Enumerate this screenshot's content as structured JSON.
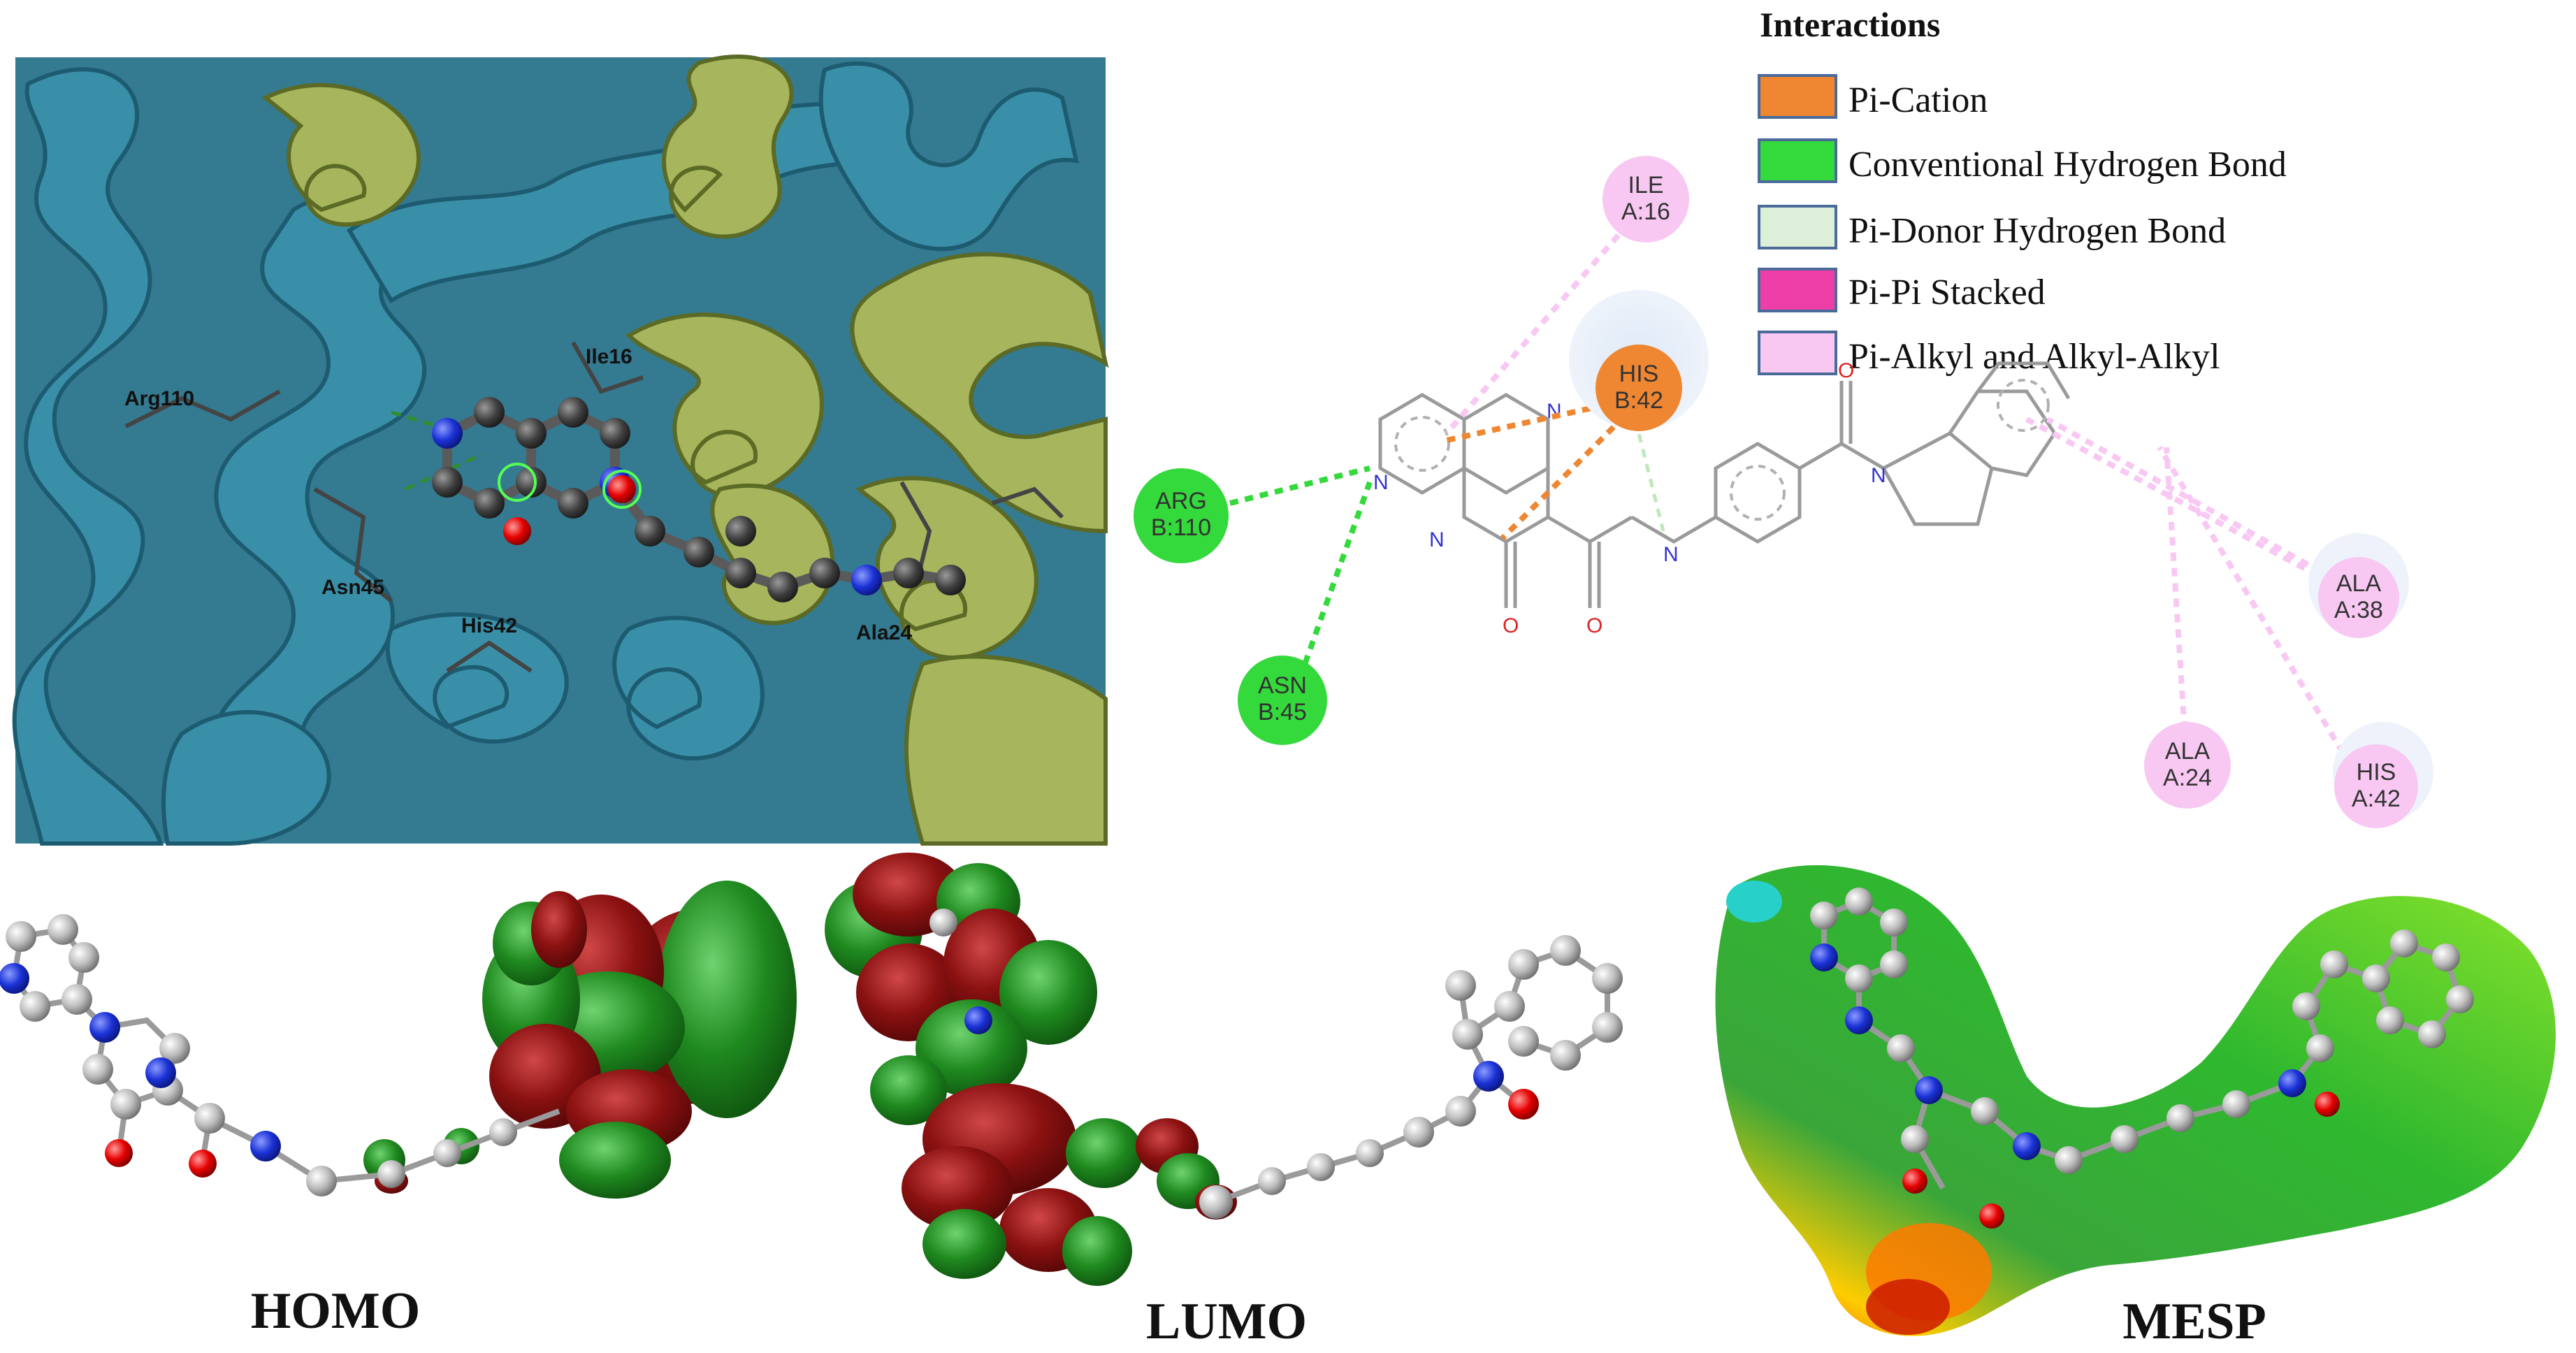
{
  "docking_3d": {
    "residue_labels": [
      "Arg110",
      "Ile16",
      "Asn45",
      "His42",
      "Ala24"
    ],
    "colors": {
      "chain_a": "#3a8fa8",
      "chain_b": "#a7b55d",
      "ligand": "#4a4a4a",
      "nitrogen": "#6f6fb8",
      "oxygen": "#cc2020"
    }
  },
  "interaction_2d": {
    "legend_title": "Interactions",
    "legend": [
      {
        "label": "Pi-Cation",
        "color": "#ef8631"
      },
      {
        "label": "Conventional Hydrogen Bond",
        "color": "#34d93b"
      },
      {
        "label": "Pi-Donor Hydrogen Bond",
        "color": "#dcefd9"
      },
      {
        "label": "Pi-Pi Stacked",
        "color": "#ee3ea8"
      },
      {
        "label": "Pi-Alkyl and Alkyl-Alkyl",
        "color": "#f8c8f3"
      }
    ],
    "residues": [
      {
        "name": "ILE",
        "id": "A:16",
        "type": "pi-alkyl"
      },
      {
        "name": "HIS",
        "id": "B:42",
        "type": "pi-cation"
      },
      {
        "name": "ARG",
        "id": "B:110",
        "type": "h-bond"
      },
      {
        "name": "ASN",
        "id": "B:45",
        "type": "h-bond"
      },
      {
        "name": "ALA",
        "id": "A:38",
        "type": "pi-alkyl"
      },
      {
        "name": "ALA",
        "id": "A:24",
        "type": "pi-alkyl"
      },
      {
        "name": "HIS",
        "id": "A:42",
        "type": "pi-alkyl"
      }
    ],
    "atom_labels": {
      "n1": "N",
      "n2": "N",
      "n3": "N",
      "n4": "N",
      "n5": "N",
      "o1": "O",
      "o2": "O",
      "o3": "O"
    }
  },
  "orbitals": {
    "homo_label": "HOMO",
    "lumo_label": "LUMO",
    "mesp_label": "MESP",
    "colors": {
      "lobe_green": "#1f8a1f",
      "lobe_red": "#8b1111",
      "carbon": "#b8b8b8",
      "nitrogen": "#1428c8",
      "oxygen": "#e00000"
    }
  }
}
